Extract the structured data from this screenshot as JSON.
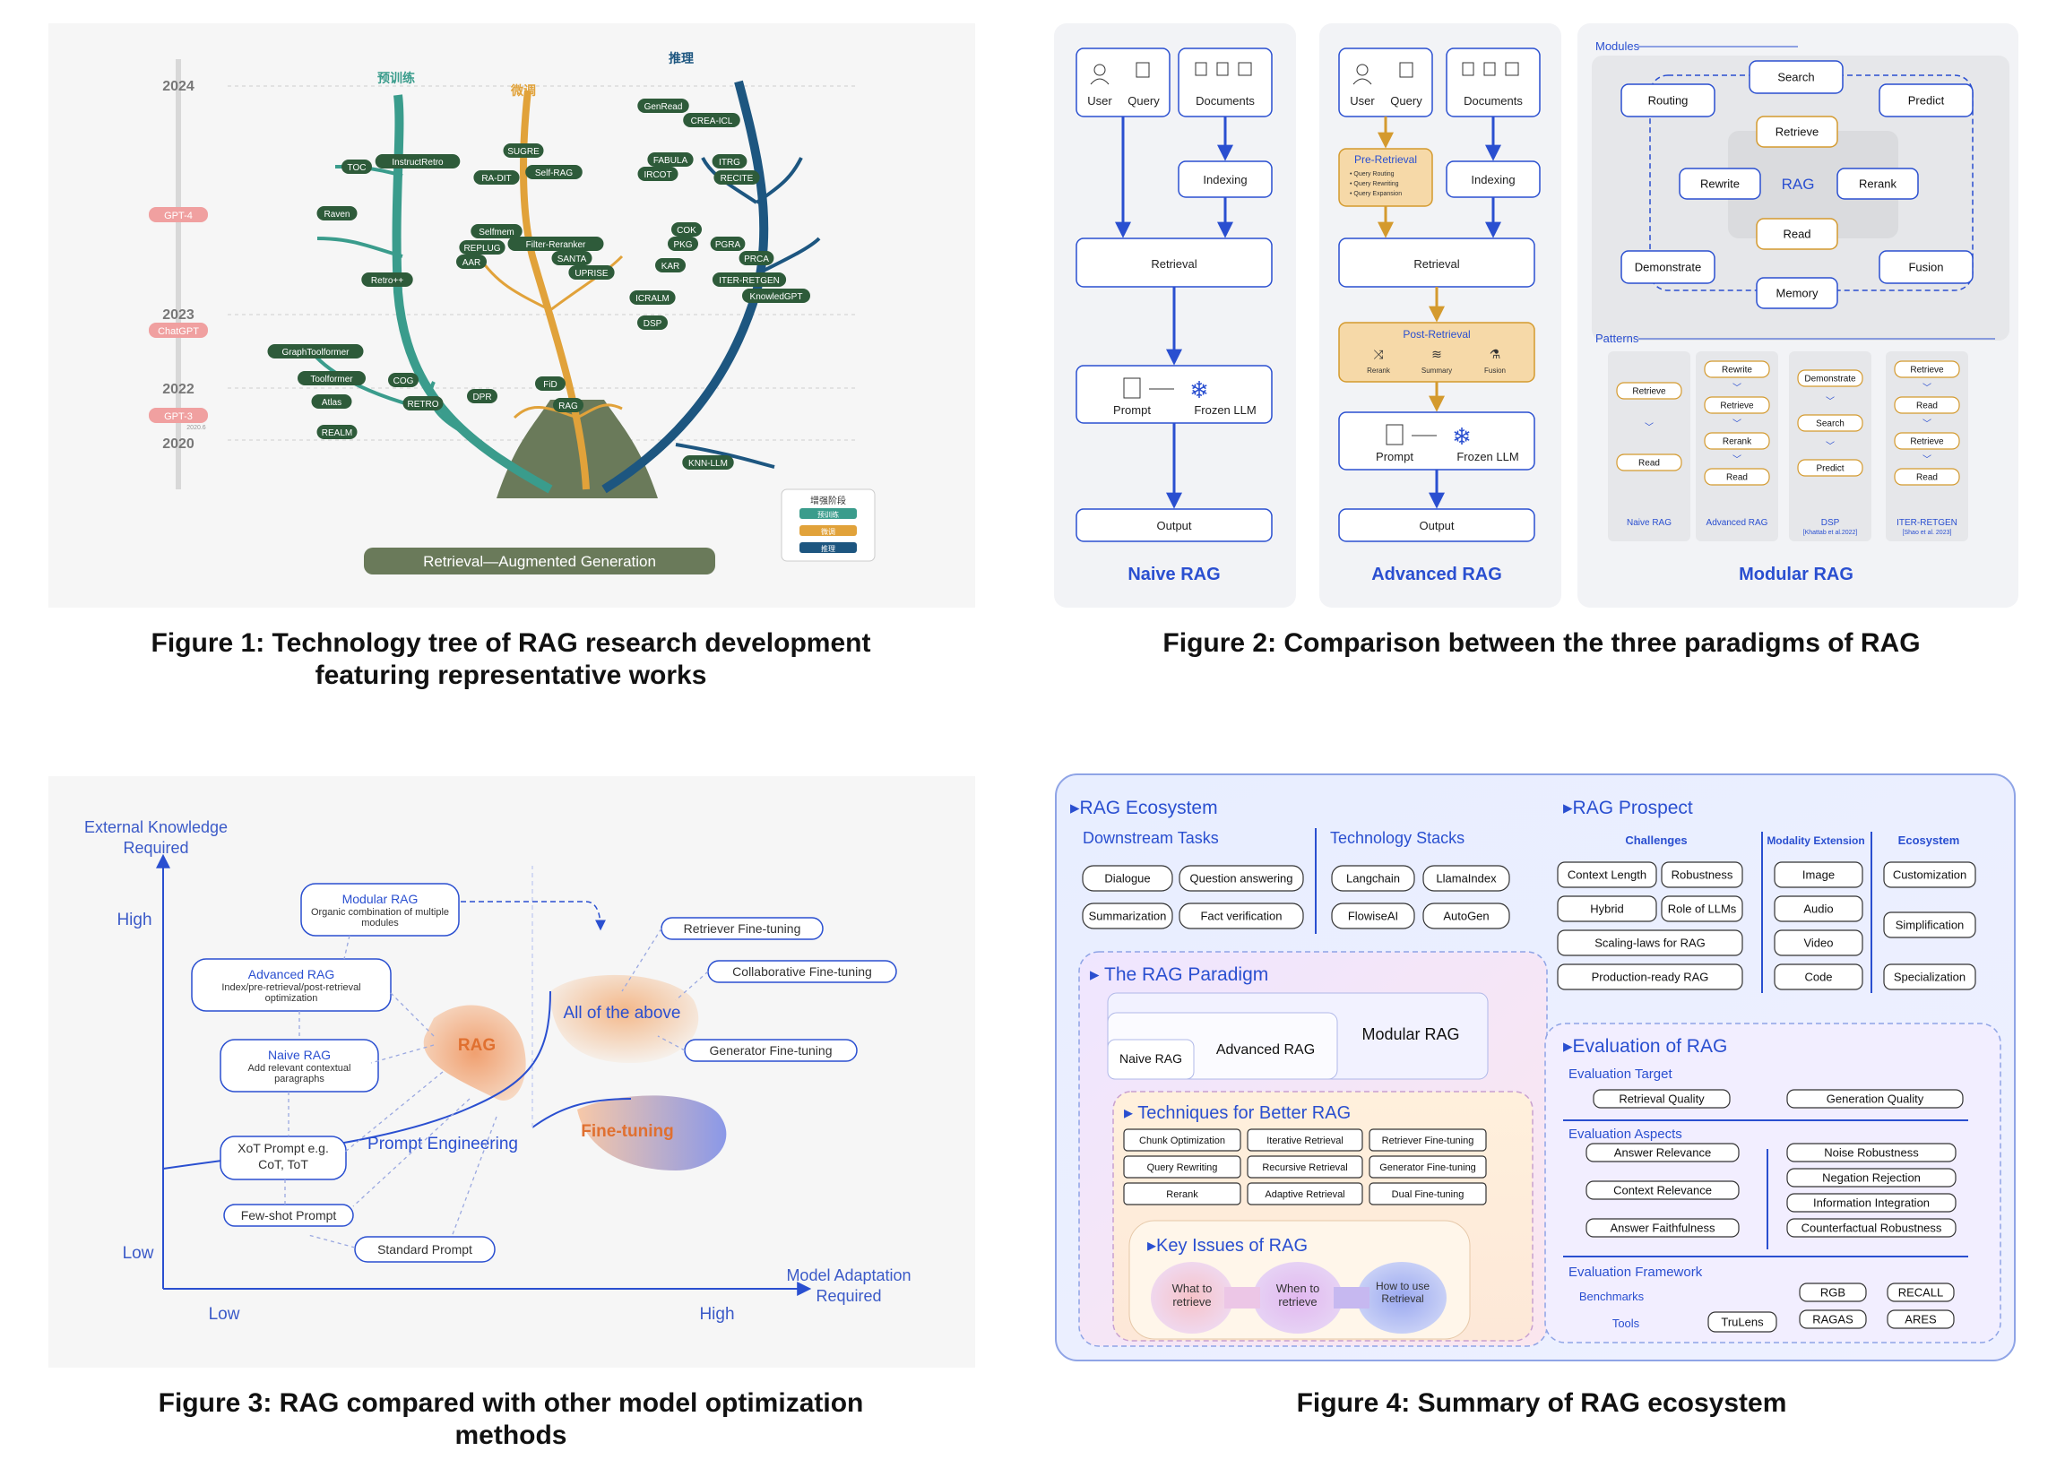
{
  "fig1": {
    "caption": "Figure 1: Technology tree of RAG research development featuring representative works",
    "years": [
      "2024",
      "2023",
      "2022",
      "2020"
    ],
    "milestones": [
      "GPT-4",
      "ChatGPT",
      "GPT-3",
      "2020.6"
    ],
    "branch_labels": [
      "预训练",
      "微调",
      "推理"
    ],
    "base_label": "Retrieval—Augmented Generation",
    "legend_title": "增强阶段",
    "legend_items": [
      "预训练",
      "微调",
      "推理"
    ],
    "colors": {
      "pretrain": "#3a9c8c",
      "finetune": "#e1a23a",
      "inference": "#1d5680",
      "node": "#2e5b3a",
      "trunk": "#6a7a5a"
    },
    "pretrain_nodes": [
      "InstructRetro",
      "TOC",
      "Raven",
      "Retro++",
      "GraphToolformer",
      "Toolformer",
      "COG",
      "Atlas",
      "RETRO",
      "REALM"
    ],
    "finetune_nodes": [
      "SUGRE",
      "RA-DIT",
      "Self-RAG",
      "Selfmem",
      "Filter-Reranker",
      "REPLUG",
      "SANTA",
      "AAR",
      "UPRISE",
      "DPR",
      "FiD",
      "RAG"
    ],
    "inference_nodes": [
      "GenRead",
      "CREA-ICL",
      "FABULA",
      "IRCOT",
      "ITRG",
      "RECITE",
      "COK",
      "PKG",
      "PGRA",
      "KAR",
      "PRCA",
      "ITER-RETGEN",
      "ICRALM",
      "KnowledGPT",
      "DSP",
      "KNN-LLM"
    ]
  },
  "fig2": {
    "caption": "Figure 2: Comparison between the three paradigms of RAG",
    "naive": {
      "title": "Naive RAG",
      "user": "User",
      "query": "Query",
      "documents": "Documents",
      "indexing": "Indexing",
      "retrieval": "Retrieval",
      "prompt": "Prompt",
      "frozen_llm": "Frozen LLM",
      "output": "Output"
    },
    "advanced": {
      "title": "Advanced RAG",
      "user": "User",
      "query": "Query",
      "documents": "Documents",
      "pre_retrieval": "Pre-Retrieval",
      "pre_items": [
        "• Query Routing",
        "• Query Rewriting",
        "• Query Expansion"
      ],
      "indexing": "Indexing",
      "retrieval": "Retrieval",
      "post_retrieval": "Post-Retrieval",
      "post_items": [
        "Rerank",
        "Summary",
        "Fusion"
      ],
      "prompt": "Prompt",
      "frozen_llm": "Frozen LLM",
      "output": "Output"
    },
    "modular": {
      "title": "Modular RAG",
      "modules_label": "Modules",
      "modules": [
        "Search",
        "Routing",
        "Predict",
        "Retrieve",
        "Rewrite",
        "RAG",
        "Rerank",
        "Read",
        "Demonstrate",
        "Fusion",
        "Memory"
      ],
      "patterns_label": "Patterns",
      "patterns": [
        {
          "name": "Naive RAG",
          "steps": [
            "Retrieve",
            "Read"
          ]
        },
        {
          "name": "Advanced RAG",
          "steps": [
            "Rewrite",
            "Retrieve",
            "Rerank",
            "Read"
          ]
        },
        {
          "name": "DSP",
          "sub": "[Khattab et al.2022]",
          "steps": [
            "Demonstrate",
            "Search",
            "Predict"
          ]
        },
        {
          "name": "ITER-RETGEN",
          "sub": "[Shao et al. 2023]",
          "steps": [
            "Retrieve",
            "Read",
            "Retrieve",
            "Read"
          ]
        }
      ]
    }
  },
  "fig3": {
    "caption": "Figure 3: RAG compared with other model optimization methods",
    "y_axis": "External Knowledge Required",
    "x_axis": "Model Adaptation Required",
    "high": "High",
    "low": "Low",
    "modular_rag": {
      "title": "Modular RAG",
      "desc": "Organic combination of multiple modules"
    },
    "advanced_rag": {
      "title": "Advanced RAG",
      "desc": "Index/pre-retrieval/post-retrieval optimization"
    },
    "naive_rag": {
      "title": "Naive RAG",
      "desc": "Add relevant contextual paragraphs"
    },
    "xot": "XoT Prompt e.g. CoT, ToT",
    "few_shot": "Few-shot Prompt",
    "standard": "Standard Prompt",
    "rag": "RAG",
    "prompt_engineering": "Prompt Engineering",
    "all_above": "All of the above",
    "fine_tuning": "Fine-tuning",
    "retriever_ft": "Retriever Fine-tuning",
    "collab_ft": "Collaborative Fine-tuning",
    "generator_ft": "Generator Fine-tuning"
  },
  "fig4": {
    "caption": "Figure 4: Summary of RAG ecosystem",
    "ecosystem_title": "RAG Ecosystem",
    "downstream_title": "Downstream Tasks",
    "downstream": [
      "Dialogue",
      "Question answering",
      "Summarization",
      "Fact verification"
    ],
    "tech_title": "Technology Stacks",
    "tech": [
      "Langchain",
      "LlamaIndex",
      "FlowiseAI",
      "AutoGen"
    ],
    "paradigm_title": "The RAG Paradigm",
    "paradigm": {
      "naive": "Naive RAG",
      "advanced": "Advanced RAG",
      "modular": "Modular RAG"
    },
    "techniques_title": "Techniques for Better RAG",
    "techniques": [
      "Chunk Optimization",
      "Iterative Retrieval",
      "Retriever Fine-tuning",
      "Query Rewriting",
      "Recursive Retrieval",
      "Generator Fine-tuning",
      "Rerank",
      "Adaptive Retrieval",
      "Dual Fine-tuning"
    ],
    "key_issues_title": "Key Issues of RAG",
    "key_issues": [
      "What to retrieve",
      "When to retrieve",
      "How to use Retrieval"
    ],
    "prospect_title": "RAG Prospect",
    "challenges_title": "Challenges",
    "challenges": [
      "Context Length",
      "Robustness",
      "Hybrid",
      "Role of LLMs",
      "Scaling-laws for RAG",
      "Production-ready RAG"
    ],
    "modality_title": "Modality Extension",
    "modality": [
      "Image",
      "Audio",
      "Video",
      "Code"
    ],
    "eco_title": "Ecosystem",
    "eco": [
      "Customization",
      "Simplification",
      "Specialization"
    ],
    "evaluation_title": "Evaluation of RAG",
    "target_title": "Evaluation Target",
    "targets": [
      "Retrieval Quality",
      "Generation Quality"
    ],
    "aspects_title": "Evaluation Aspects",
    "aspects_left": [
      "Answer Relevance",
      "Context Relevance",
      "Answer Faithfulness"
    ],
    "aspects_right": [
      "Noise Robustness",
      "Negation Rejection",
      "Information Integration",
      "Counterfactual Robustness"
    ],
    "framework_title": "Evaluation Framework",
    "benchmarks_label": "Benchmarks",
    "tools_label": "Tools",
    "benchmarks": [
      "RGB",
      "RECALL",
      "RAGAS",
      "ARES"
    ],
    "tools": [
      "TruLens"
    ]
  }
}
